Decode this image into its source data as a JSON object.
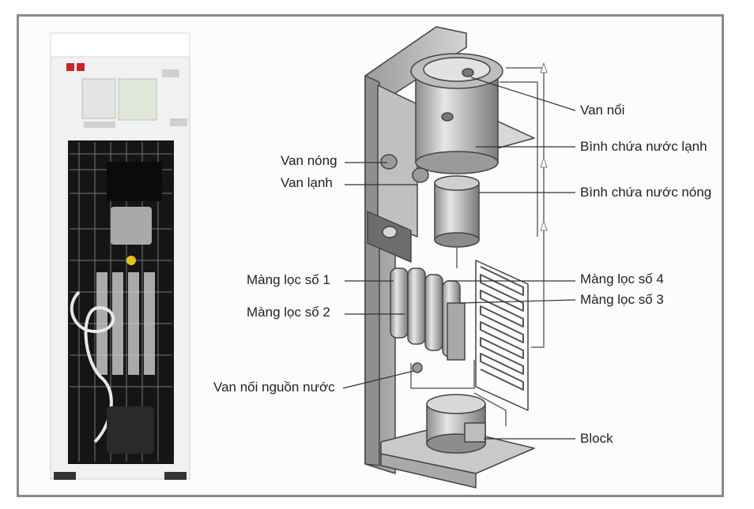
{
  "labels": {
    "van_noi": "Van nổi",
    "binh_lanh": "Bình chứa nước lạnh",
    "binh_nong": "Bình chứa nước nóng",
    "van_nong": "Van nóng",
    "van_lanh": "Van lạnh",
    "mang_loc_1": "Màng lọc số 1",
    "mang_loc_2": "Màng lọc số 2",
    "mang_loc_3": "Màng lọc số 3",
    "mang_loc_4": "Màng lọc số 4",
    "van_noi_nguon": "Van nối nguồn nước",
    "block": "Block"
  },
  "colors": {
    "frame": "#8a8a8a",
    "line": "#333333",
    "metal": "#b9b9b9"
  }
}
